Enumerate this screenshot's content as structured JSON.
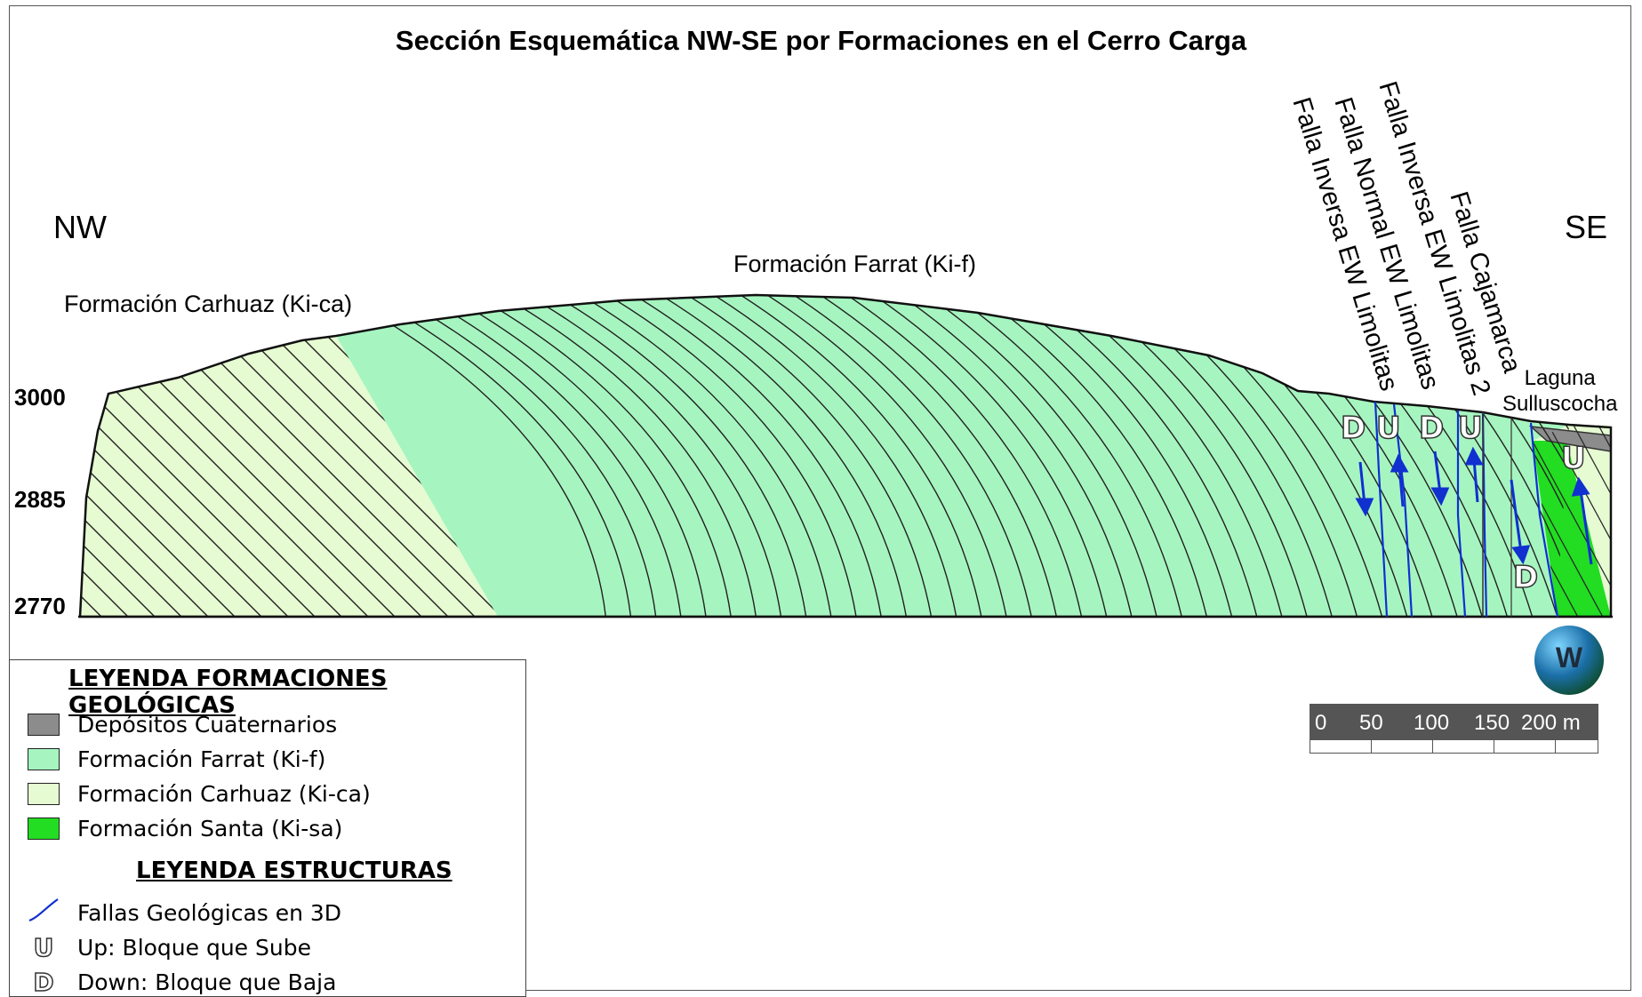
{
  "title": "Sección Esquemática NW-SE por Formaciones en el Cerro Carga",
  "orientation": {
    "left": "NW",
    "right": "SE"
  },
  "elevations": [
    "3000",
    "2885",
    "2770"
  ],
  "surface_labels": {
    "farrat": "Formación Farrat (Ki-f)",
    "carhuaz": "Formación Carhuaz (Ki-ca)",
    "laguna_line1": "Laguna",
    "laguna_line2": "Sulluscocha"
  },
  "faults": [
    {
      "label": "Falla Inversa EW Limolitas"
    },
    {
      "label": "Falla Normal EW Limolitas"
    },
    {
      "label": "Falla Inversa EW Limolitas 2"
    },
    {
      "label": "Falla Cajamarca"
    }
  ],
  "block_marks": {
    "up": "U",
    "down": "D"
  },
  "colors": {
    "cuaternario": "#8c8c8c",
    "farrat": "#a6f5c0",
    "carhuaz": "#e6fbd2",
    "santa": "#22dd22",
    "fault_line": "#1030d0"
  },
  "legend": {
    "formations_title": "LEYENDA FORMACIONES GEOLÓGICAS",
    "formations": [
      {
        "label": "Depósitos Cuaternarios",
        "color": "#8c8c8c"
      },
      {
        "label": "Formación Farrat (Ki-f)",
        "color": "#a6f5c0"
      },
      {
        "label": "Formación Carhuaz (Ki-ca)",
        "color": "#e6fbd2"
      },
      {
        "label": "Formación Santa (Ki-sa)",
        "color": "#22dd22"
      }
    ],
    "structures_title": "LEYENDA ESTRUCTURAS",
    "structures": [
      {
        "label": "Fallas Geológicas en 3D",
        "icon": "fault-line-icon"
      },
      {
        "label": "Up: Bloque que Sube",
        "icon": "U"
      },
      {
        "label": "Down: Bloque que Baja",
        "icon": "D"
      }
    ]
  },
  "scale_bar": {
    "ticks": [
      "0",
      "50",
      "100",
      "150",
      "200 m"
    ]
  },
  "logo": {
    "letter": "W"
  }
}
